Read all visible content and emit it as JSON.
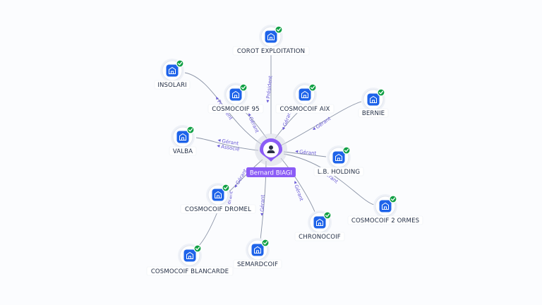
{
  "center": {
    "name": "Bernard BIAGI",
    "icon": "person-icon"
  },
  "colors": {
    "pin": "#8b5cf6",
    "company": "#1e63e9",
    "check": "#11a045",
    "edge_label": "#6a5bd6"
  },
  "companies": [
    {
      "id": "corot",
      "name": "COROT EXPLOITATION",
      "roles": [
        "Président"
      ],
      "icon": "building-icon",
      "verified": true
    },
    {
      "id": "insolari",
      "name": "INSOLARI",
      "roles": [
        "Président"
      ],
      "icon": "building-icon",
      "verified": true
    },
    {
      "id": "cosmo95",
      "name": "COSMOCOIF 95",
      "roles": [
        "Gérant"
      ],
      "icon": "building-icon",
      "verified": true
    },
    {
      "id": "cosmoaix",
      "name": "COSMOCOIF AIX",
      "roles": [
        "Gérant"
      ],
      "icon": "building-icon",
      "verified": true
    },
    {
      "id": "bernie",
      "name": "BERNIE",
      "roles": [
        "Gérant"
      ],
      "icon": "building-icon",
      "verified": true
    },
    {
      "id": "valba",
      "name": "VALBA",
      "roles": [
        "Gérant",
        "Associé"
      ],
      "icon": "building-icon",
      "verified": true
    },
    {
      "id": "lbholding",
      "name": "L.B. HOLDING",
      "roles": [
        "Gérant"
      ],
      "icon": "building-icon",
      "verified": true
    },
    {
      "id": "dromel",
      "name": "COSMOCOIF DROMEL",
      "roles": [
        "Gérant"
      ],
      "icon": "building-icon",
      "verified": true
    },
    {
      "id": "blancarde",
      "name": "COSMOCOIF BLANCARDE",
      "roles": [
        "Gérant"
      ],
      "icon": "building-icon",
      "verified": true
    },
    {
      "id": "semard",
      "name": "SEMARDCOIF",
      "roles": [
        "Gérant"
      ],
      "icon": "building-icon",
      "verified": true
    },
    {
      "id": "chrono",
      "name": "CHRONOCOIF",
      "roles": [
        "Gérant"
      ],
      "icon": "building-icon",
      "verified": true
    },
    {
      "id": "deuxormes",
      "name": "COSMOCOIF 2 ORMES",
      "roles": [
        "Gérant"
      ],
      "icon": "building-icon",
      "verified": true
    }
  ]
}
